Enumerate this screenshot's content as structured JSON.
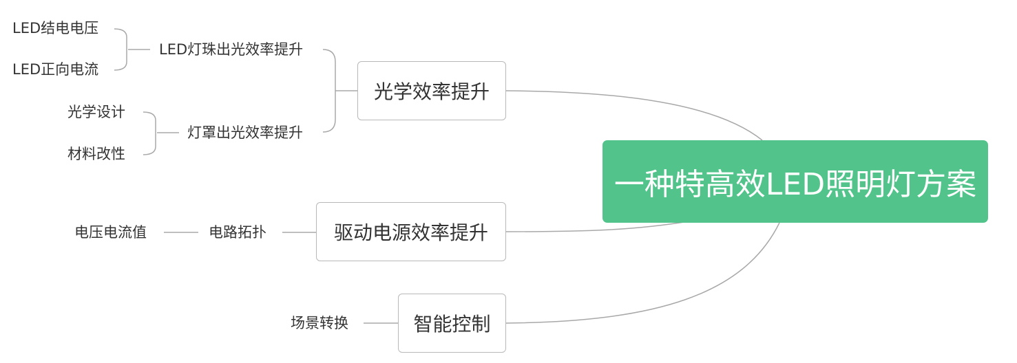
{
  "root": {
    "label": "一种特高效LED照明灯方案",
    "color": "#52c48b"
  },
  "branches": [
    {
      "label": "光学效率提升",
      "children": [
        {
          "label": "LED灯珠出光效率提升",
          "children": [
            "LED结电电压",
            "LED正向电流"
          ]
        },
        {
          "label": "灯罩出光效率提升",
          "children": [
            "光学设计",
            "材料改性"
          ]
        }
      ]
    },
    {
      "label": "驱动电源效率提升",
      "children": [
        {
          "label": "电路拓扑",
          "children": [
            "电压电流值"
          ]
        }
      ]
    },
    {
      "label": "智能控制",
      "children": [
        {
          "label": "场景转换",
          "children": []
        }
      ]
    }
  ]
}
